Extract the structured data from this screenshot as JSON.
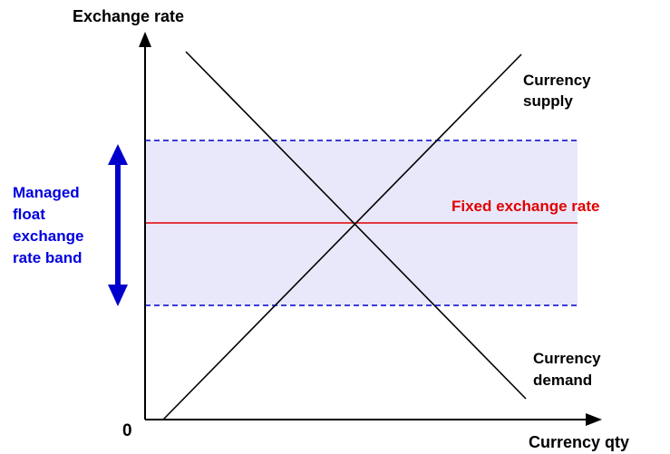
{
  "diagram": {
    "y_axis_label": "Exchange rate",
    "x_axis_label": "Currency qty",
    "origin_label": "0",
    "supply_label": [
      "Currency",
      "supply"
    ],
    "demand_label": [
      "Currency",
      "demand"
    ],
    "fixed_rate_label": "Fixed exchange rate",
    "band_label": [
      "Managed",
      "float",
      "exchange",
      "rate band"
    ]
  },
  "colors": {
    "axis": "#000000",
    "curves": "#000000",
    "band_fill": "#e8e8fa",
    "band_border": "#0000cc",
    "fixed_rate": "#e00000",
    "band_label": "#0000dd",
    "band_arrow": "#0000cc"
  }
}
